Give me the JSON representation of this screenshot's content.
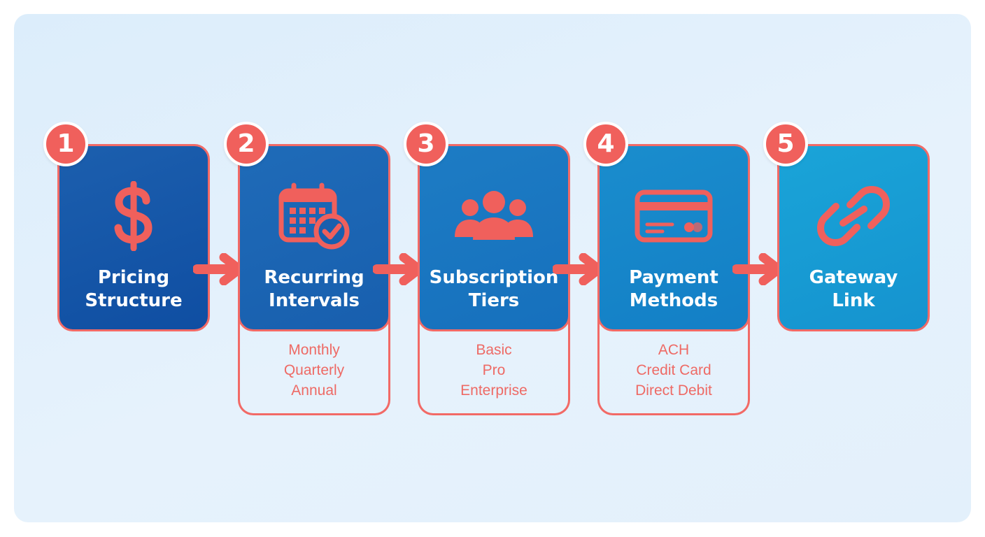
{
  "steps": [
    {
      "number": "1",
      "title_lines": [
        "Pricing",
        "Structure"
      ],
      "icon": "dollar-icon",
      "color_top": "#1c5fae",
      "color_bottom": "#0f4ea2",
      "details": []
    },
    {
      "number": "2",
      "title_lines": [
        "Recurring",
        "Intervals"
      ],
      "icon": "calendar-check-icon",
      "color_top": "#1f6bb8",
      "color_bottom": "#185fae",
      "details": [
        "Monthly",
        "Quarterly",
        "Annual"
      ]
    },
    {
      "number": "3",
      "title_lines": [
        "Subscription",
        "Tiers"
      ],
      "icon": "users-group-icon",
      "color_top": "#1d7cc4",
      "color_bottom": "#1670bd",
      "details": [
        "Basic",
        "Pro",
        "Enterprise"
      ]
    },
    {
      "number": "4",
      "title_lines": [
        "Payment",
        "Methods"
      ],
      "icon": "credit-card-icon",
      "color_top": "#1a8dcd",
      "color_bottom": "#137fc6",
      "details": [
        "ACH",
        "Credit Card",
        "Direct Debit"
      ]
    },
    {
      "number": "5",
      "title_lines": [
        "Gateway",
        "Link"
      ],
      "icon": "link-chain-icon",
      "color_top": "#1aa4d8",
      "color_bottom": "#1593cf",
      "details": []
    }
  ],
  "colors": {
    "accent": "#f0605c",
    "panel_background": "#e1effb"
  }
}
